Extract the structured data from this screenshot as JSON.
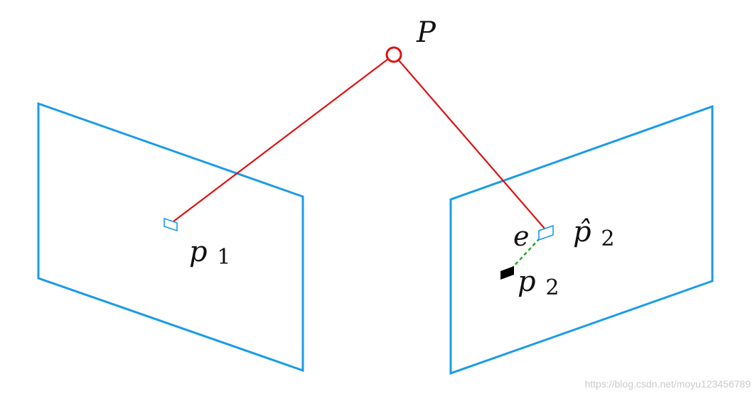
{
  "colors": {
    "image_plane": "#1a9bea",
    "projection_ray": "#e01010",
    "world_point": "#e01010",
    "reprojected_point": "#1a9bea",
    "observed_point": "#000000",
    "error_segment": "#22aa22",
    "label": "#111111",
    "watermark": "#c9c9c9"
  },
  "labels": {
    "world_point": {
      "base": "P",
      "sub": ""
    },
    "point_left": {
      "base": "p",
      "sub": "1"
    },
    "point_reprojected": {
      "base": "p̂",
      "sub": "2"
    },
    "point_observed": {
      "base": "p",
      "sub": "2"
    },
    "error": {
      "base": "e",
      "sub": ""
    }
  },
  "watermark": "https://blog.csdn.net/moyu123456789"
}
